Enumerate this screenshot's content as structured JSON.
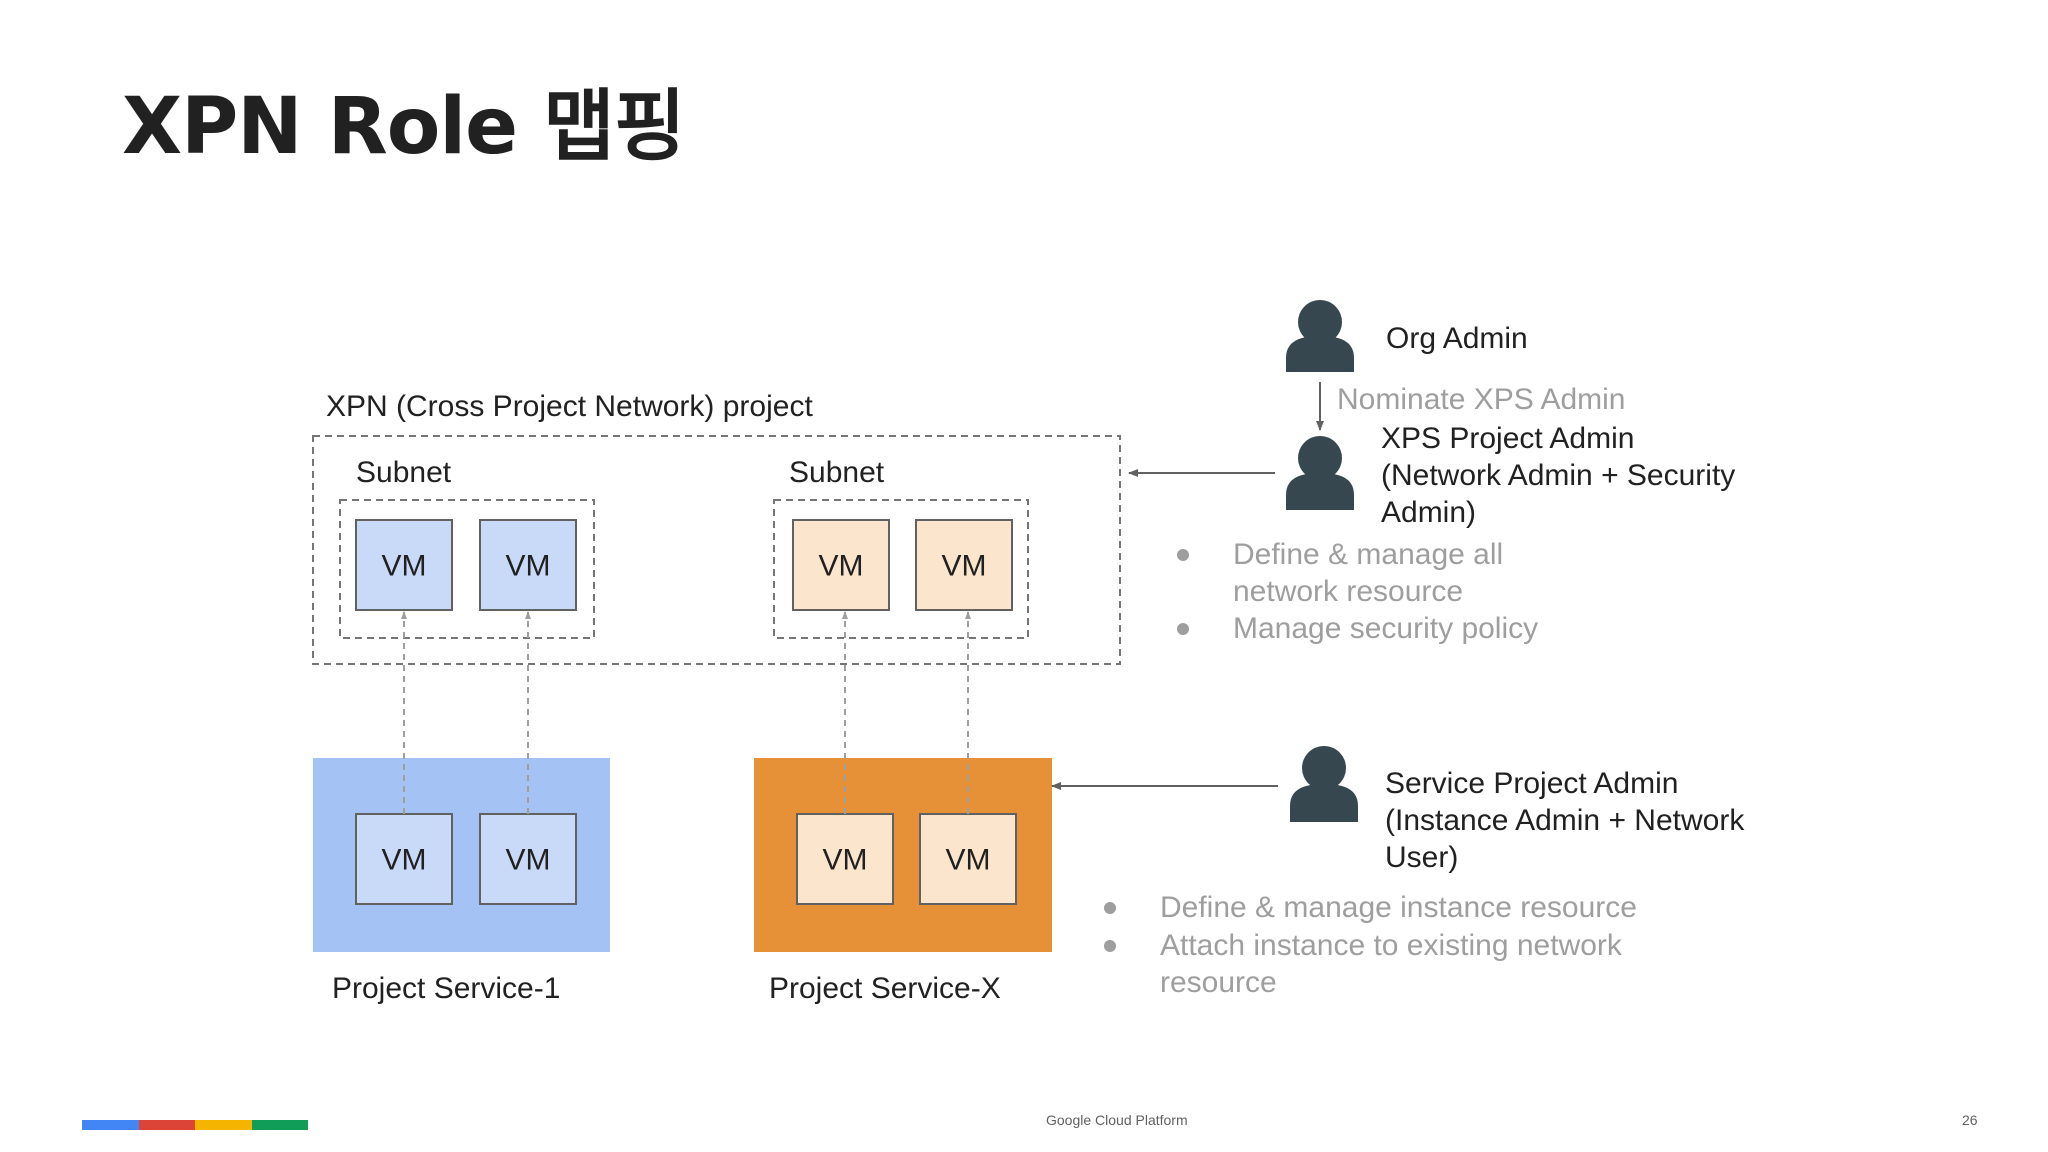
{
  "slide": {
    "title": "XPN Role 맵핑",
    "footer_text": "Google Cloud Platform",
    "page_number": "26"
  },
  "diagram": {
    "xpn_project_label": "XPN (Cross Project Network) project",
    "subnet_left_label": "Subnet",
    "subnet_right_label": "Subnet",
    "vm_label": "VM",
    "project_service_1_label": "Project Service-1",
    "project_service_x_label": "Project Service-X",
    "org_admin": {
      "name": "Org Admin",
      "nominate_label": "Nominate XPS Admin"
    },
    "xps_admin": {
      "name_lines": [
        "XPS Project Admin",
        "(Network Admin + Security",
        "Admin)"
      ],
      "bullet_lines": [
        [
          "Define & manage all",
          "network resource"
        ],
        [
          "Manage security policy"
        ]
      ]
    },
    "service_admin": {
      "name_lines": [
        "Service Project Admin",
        "(Instance Admin + Network",
        "User)"
      ],
      "bullet_lines": [
        [
          "Define & manage instance resource"
        ],
        [
          "Attach instance to existing network",
          "resource"
        ]
      ]
    }
  },
  "colors": {
    "blue_project_fill": "#a4c2f4",
    "blue_vm_fill": "#c9daf8",
    "orange_project_fill": "#e69138",
    "orange_vm_fill": "#fce5cd",
    "person_icon": "#37474f",
    "brand_blue": "#4285f4",
    "brand_red": "#db4437",
    "brand_yellow": "#f4b400",
    "brand_green": "#0f9d58"
  }
}
